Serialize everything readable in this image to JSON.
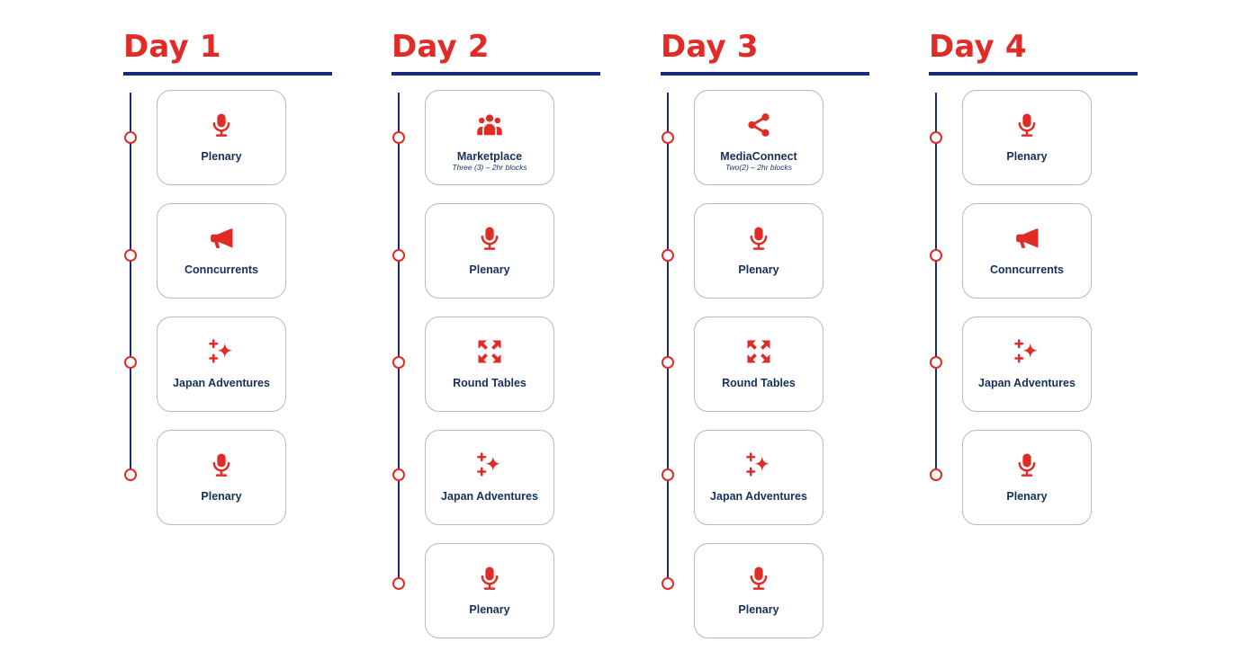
{
  "colors": {
    "accent": "#e02b27",
    "navy": "#1a2a7c",
    "text": "#16305c",
    "border": "#b9b9b9"
  },
  "days": [
    {
      "title": "Day 1",
      "sessions": [
        {
          "label": "Plenary",
          "icon": "microphone-icon"
        },
        {
          "label": "Conncurrents",
          "icon": "megaphone-icon"
        },
        {
          "label": "Japan Adventures",
          "icon": "sparkles-icon"
        },
        {
          "label": "Plenary",
          "icon": "microphone-icon"
        }
      ]
    },
    {
      "title": "Day 2",
      "sessions": [
        {
          "label": "Marketplace",
          "subtitle": "Three (3) – 2hr blocks",
          "icon": "people-group-icon"
        },
        {
          "label": "Plenary",
          "icon": "microphone-icon"
        },
        {
          "label": "Round Tables",
          "icon": "expand-arrows-icon"
        },
        {
          "label": "Japan Adventures",
          "icon": "sparkles-icon"
        },
        {
          "label": "Plenary",
          "icon": "microphone-icon"
        }
      ]
    },
    {
      "title": "Day 3",
      "sessions": [
        {
          "label": "MediaConnect",
          "subtitle": "Two(2) – 2hr blocks",
          "icon": "share-icon"
        },
        {
          "label": "Plenary",
          "icon": "microphone-icon"
        },
        {
          "label": "Round Tables",
          "icon": "expand-arrows-icon"
        },
        {
          "label": "Japan Adventures",
          "icon": "sparkles-icon"
        },
        {
          "label": "Plenary",
          "icon": "microphone-icon"
        }
      ]
    },
    {
      "title": "Day 4",
      "sessions": [
        {
          "label": "Plenary",
          "icon": "microphone-icon"
        },
        {
          "label": "Conncurrents",
          "icon": "megaphone-icon"
        },
        {
          "label": "Japan Adventures",
          "icon": "sparkles-icon"
        },
        {
          "label": "Plenary",
          "icon": "microphone-icon"
        }
      ]
    }
  ]
}
